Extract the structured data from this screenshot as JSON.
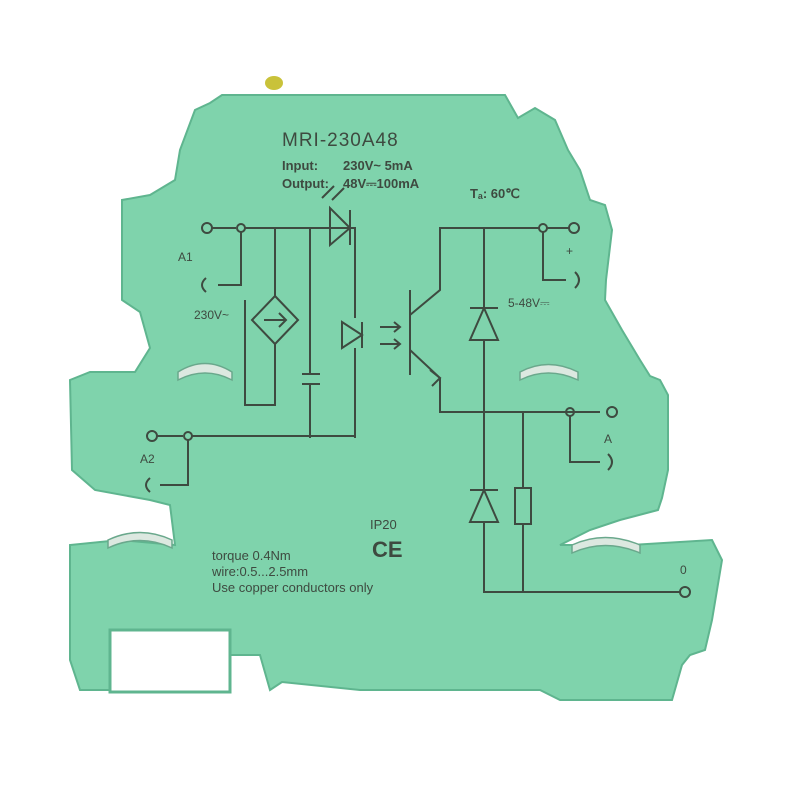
{
  "product": {
    "model": "MRI-230A48",
    "input_label": "Input:",
    "input_value": "230V~   5mA",
    "output_label": "Output:",
    "output_value": "48V⎓100mA",
    "ambient_temp": "Tₐ: 60℃"
  },
  "terminals": {
    "a1": "A1",
    "a2": "A2",
    "plus": "+",
    "a": "A",
    "zero": "0",
    "input_voltage": "230V~",
    "output_range": "5-48V⎓"
  },
  "markings": {
    "ip_rating": "IP20",
    "ce": "CE",
    "torque": "torque 0.4Nm",
    "wire": "wire:0.5...2.5mm",
    "copper": "Use copper conductors only"
  },
  "colors": {
    "housing": "#7fd3ac",
    "housing_shadow": "#5fb58f",
    "print": "#3e4a40",
    "led": "#c9c23a"
  }
}
